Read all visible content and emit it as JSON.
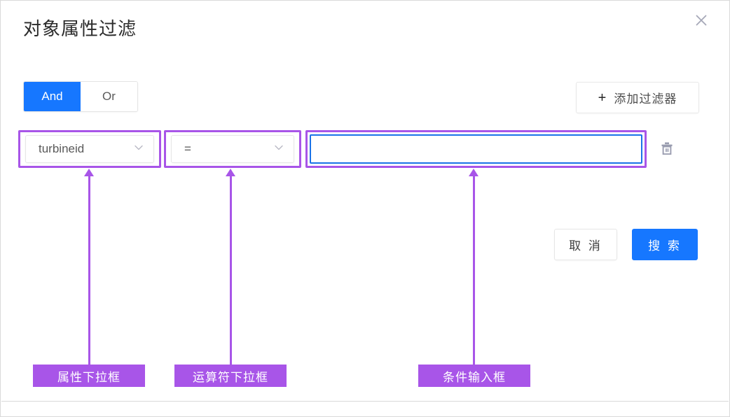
{
  "dialog": {
    "title": "对象属性过滤",
    "close_icon": "close-icon"
  },
  "logic": {
    "options": [
      {
        "label": "And",
        "active": true
      },
      {
        "label": "Or",
        "active": false
      }
    ],
    "selected": "And",
    "active_color": "#1677ff"
  },
  "add_filter": {
    "plus": "+",
    "label": "添加过滤器"
  },
  "filter_row": {
    "attribute": {
      "value": "turbineid",
      "chevron": "chevron-down-icon"
    },
    "operator": {
      "value": "=",
      "chevron": "chevron-down-icon"
    },
    "condition": {
      "value": "",
      "placeholder": ""
    },
    "delete": {
      "icon": "trash-icon"
    }
  },
  "actions": {
    "cancel": "取 消",
    "search": "搜 索"
  },
  "annotations": {
    "color": "#a855e8",
    "items": [
      {
        "label": "属性下拉框",
        "target": "attribute-dropdown"
      },
      {
        "label": "运算符下拉框",
        "target": "operator-dropdown"
      },
      {
        "label": "条件输入框",
        "target": "condition-input"
      }
    ]
  }
}
